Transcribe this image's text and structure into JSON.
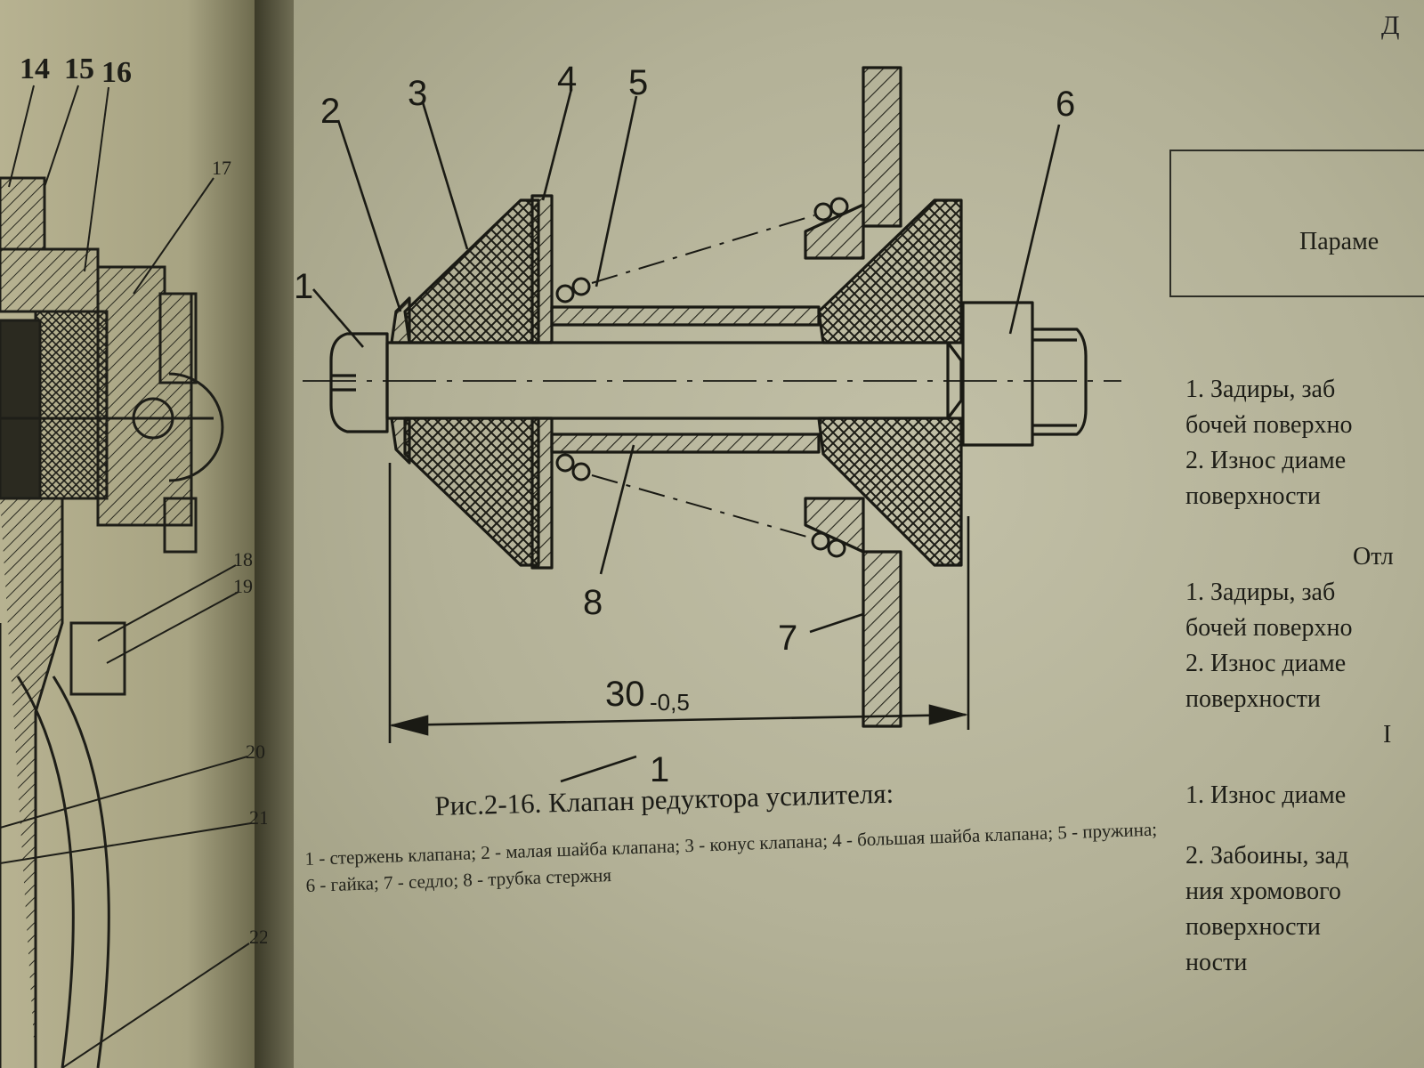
{
  "left_page": {
    "callouts_top": [
      "14",
      "15",
      "16"
    ],
    "callouts_side": [
      "17",
      "18",
      "19",
      "20",
      "21",
      "22"
    ]
  },
  "figure": {
    "callouts": [
      "1",
      "2",
      "3",
      "4",
      "5",
      "6",
      "7",
      "8"
    ],
    "dimension": {
      "value": "30",
      "tolerance": "-0,5"
    },
    "bottom_callout": "1",
    "caption": "Рис.2-16. Клапан редуктора усилителя:",
    "legend": "1 - стержень клапана; 2 - малая шайба клапана; 3 - конус клапана; 4 - большая шайба клапана; 5 - пружина; 6 - гайка; 7 - седло; 8 - трубка стержня"
  },
  "right_column": {
    "corner_letter": "Д",
    "table_header": "Параме",
    "lines": [
      "1. Задиры, заб",
      "бочей поверхно",
      "2. Износ диаме",
      "поверхности",
      "Отл",
      "1. Задиры, заб",
      "бочей поверхно",
      "2. Износ диаме",
      "поверхности",
      "I",
      "1. Износ диаме",
      "2. Забоины, зад",
      "ния хромового",
      "поверхности",
      "ности"
    ]
  }
}
